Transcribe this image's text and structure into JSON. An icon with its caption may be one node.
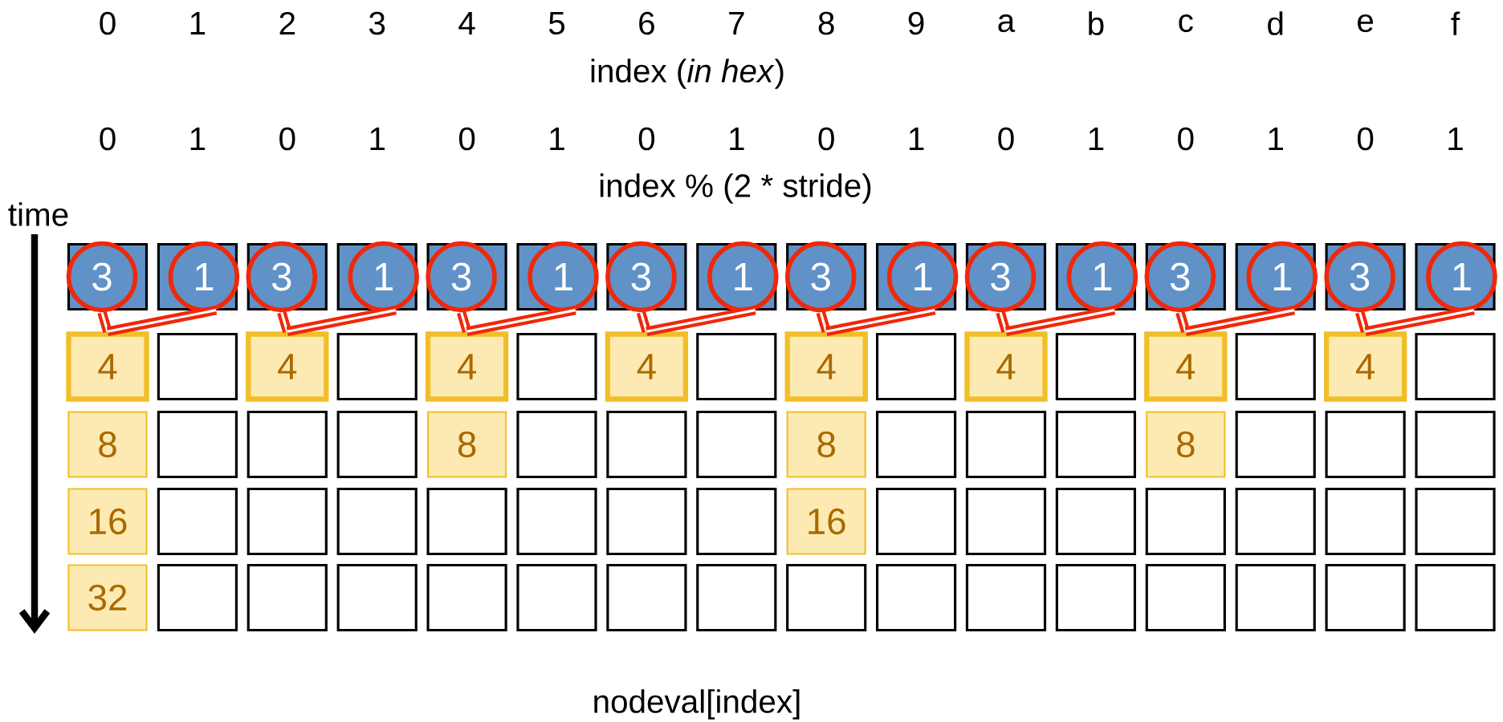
{
  "diagram": {
    "nodes": [
      {
        "text": [],
        "shape": "box"
      },
      {
        "text": [
          "3"
        ],
        "in": 0
      },
      {
        "text": [],
        "shape": "box"
      },
      {
        "text": [
          "1"
        ],
        "in": 2
      },
      {
        "text": [],
        "shape": "box"
      },
      {
        "text": [
          "3"
        ],
        "in": 4
      },
      {
        "text": [],
        "shape": "box"
      },
      {
        "text": [
          "1"
        ],
        "in": 6
      },
      {
        "text": [],
        "shape": "box"
      },
      {
        "text": [
          "3"
        ],
        "in": 8
      },
      {
        "text": [],
        "shape": "box"
      },
      {
        "text": [
          "1"
        ],
        "in": 10
      },
      {
        "text": [],
        "shape": "box"
      },
      {
        "text": [
          "3"
        ],
        "in": 12
      },
      {
        "text": [],
        "shape": "box"
      },
      {
        "text": [
          "1"
        ],
        "in": 14
      },
      {
        "text": [],
        "shape": "box"
      },
      {
        "text": [
          "3"
        ],
        "in": 16
      },
      {
        "text": [],
        "shape": "box"
      },
      {
        "text": [
          "1"
        ],
        "in": 18
      },
      {
        "text": [],
        "shape": "box"
      },
      {
        "text": [
          "3"
        ],
        "in": 20
      },
      {
        "text": [],
        "shape": "box"
      },
      {
        "text": [
          "1"
        ],
        "in": 22
      },
      {
        "text": [],
        "shape": "box"
      },
      {
        "text": [
          "3"
        ],
        "in": 24
      },
      {
        "text": [],
        "shape": "box"
      },
      {
        "text": [
          "1"
        ],
        "in": 26
      },
      {
        "text": [],
        "shape": "box"
      },
      {
        "text": [
          "3"
        ],
        "in": 28
      },
      {
        "text": [],
        "shape": "box"
      },
      {
        "text": [
          "1"
        ],
        "in": 30
      },
      {
        "text": [
          "4"
        ]
      },
      {
        "text": [],
        "shape": "box"
      },
      {
        "text": [
          "4"
        ]
      },
      {
        "text": [],
        "shape": "box"
      },
      {
        "text": [
          "4"
        ]
      },
      {
        "text": [],
        "shape": "box"
      },
      {
        "text": [
          "4"
        ]
      },
      {
        "text": [],
        "shape": "box"
      },
      {
        "text": [
          "4"
        ]
      },
      {
        "text": [],
        "shape": "box"
      },
      {
        "text": [
          "4"
        ]
      },
      {
        "text": [],
        "shape": "box"
      },
      {
        "text": [
          "4"
        ]
      },
      {
        "text": [],
        "shape": "box"
      },
      {
        "text": [
          "4"
        ]
      },
      {
        "text": [],
        "shape": "box"
      },
      {
        "text": [
          "8"
        ]
      },
      {
        "text": [],
        "shape": "box"
      },
      {
        "text": [],
        "shape": "box"
      },
      {
        "text": [],
        "shape": "box"
      },
      {
        "text": [
          "8"
        ]
      },
      {
        "text": [],
        "shape": "box"
      },
      {
        "text": [],
        "shape": "box"
      },
      {
        "text": [],
        "shape": "box"
      },
      {
        "text": [
          "8"
        ]
      },
      {
        "text": [],
        "shape": "box"
      },
      {
        "text": [],
        "shape": "box"
      },
      {
        "text": [],
        "shape": "box"
      },
      {
        "text": [
          "8"
        ]
      },
      {
        "text": [],
        "shape": "box"
      },
      {
        "text": [],
        "shape": "box"
      },
      {
        "text": [],
        "shape": "box"
      },
      {
        "text": [
          "16"
        ]
      },
      {
        "text": [],
        "shape": "box"
      },
      {
        "text": [],
        "shape": "box"
      },
      {
        "text": [],
        "shape": "box"
      },
      {
        "text": [],
        "shape": "box"
      },
      {
        "text": [],
        "shape": "box"
      },
      {
        "text": [],
        "shape": "box"
      },
      {
        "text": [],
        "shape": "box"
      },
      {
        "text": [
          "16"
        ]
      },
      {
        "text": [],
        "shape": "box"
      },
      {
        "text": [],
        "shape": "box"
      },
      {
        "text": [],
        "shape": "box"
      },
      {
        "text": [],
        "shape": "box"
      },
      {
        "text": [],
        "shape": "box"
      },
      {
        "text": [],
        "shape": "box"
      },
      {
        "text": [],
        "shape": "box"
      },
      {
        "text": [
          "32"
        ]
      },
      {
        "text": [],
        "shape": "box"
      },
      {
        "text": [],
        "shape": "box"
      },
      {
        "text": [],
        "shape": "box"
      },
      {
        "text": [],
        "shape": "box"
      },
      {
        "text": [],
        "shape": "box"
      },
      {
        "text": [],
        "shape": "box"
      },
      {
        "text": [],
        "shape": "box"
      },
      {
        "text": [],
        "shape": "box"
      },
      {
        "text": [],
        "shape": "box"
      },
      {
        "text": [],
        "shape": "box"
      },
      {
        "text": [],
        "shape": "box"
      },
      {
        "text": [],
        "shape": "box"
      },
      {
        "text": [],
        "shape": "box"
      },
      {
        "text": [],
        "shape": "box"
      },
      {
        "text": [],
        "shape": "box"
      }
    ],
    "edges": [
      {
        "from": 1,
        "to": 32,
        "arrow": "none"
      },
      {
        "from": 3,
        "to": 32,
        "arrow": "none"
      },
      {
        "from": 5,
        "to": 34,
        "arrow": "none"
      },
      {
        "from": 7,
        "to": 34,
        "arrow": "none"
      },
      {
        "from": 9,
        "to": 36,
        "arrow": "none"
      },
      {
        "from": 11,
        "to": 36,
        "arrow": "none"
      },
      {
        "from": 13,
        "to": 38,
        "arrow": "none"
      },
      {
        "from": 15,
        "to": 38,
        "arrow": "none"
      },
      {
        "from": 17,
        "to": 40,
        "arrow": "none"
      },
      {
        "from": 19,
        "to": 40,
        "arrow": "none"
      },
      {
        "from": 21,
        "to": 42,
        "arrow": "none"
      },
      {
        "from": 23,
        "to": 42,
        "arrow": "none"
      },
      {
        "from": 25,
        "to": 44,
        "arrow": "none"
      },
      {
        "from": 27,
        "to": 44,
        "arrow": "none"
      },
      {
        "from": 29,
        "to": 46,
        "arrow": "none"
      },
      {
        "from": 31,
        "to": 46,
        "arrow": "none"
      }
    ],
    "labels": [
      "0",
      "1",
      "2",
      "3",
      "4",
      "5",
      "6",
      "7",
      "8",
      "9",
      "a",
      "b",
      "c",
      "d",
      "e",
      "f",
      "index (*in hex*)",
      "0",
      "1",
      "0",
      "1",
      "0",
      "1",
      "0",
      "1",
      "0",
      "1",
      "0",
      "1",
      "0",
      "1",
      "0",
      "1",
      "index % (2 * stride)",
      "time",
      "nodeval[index]"
    ]
  }
}
